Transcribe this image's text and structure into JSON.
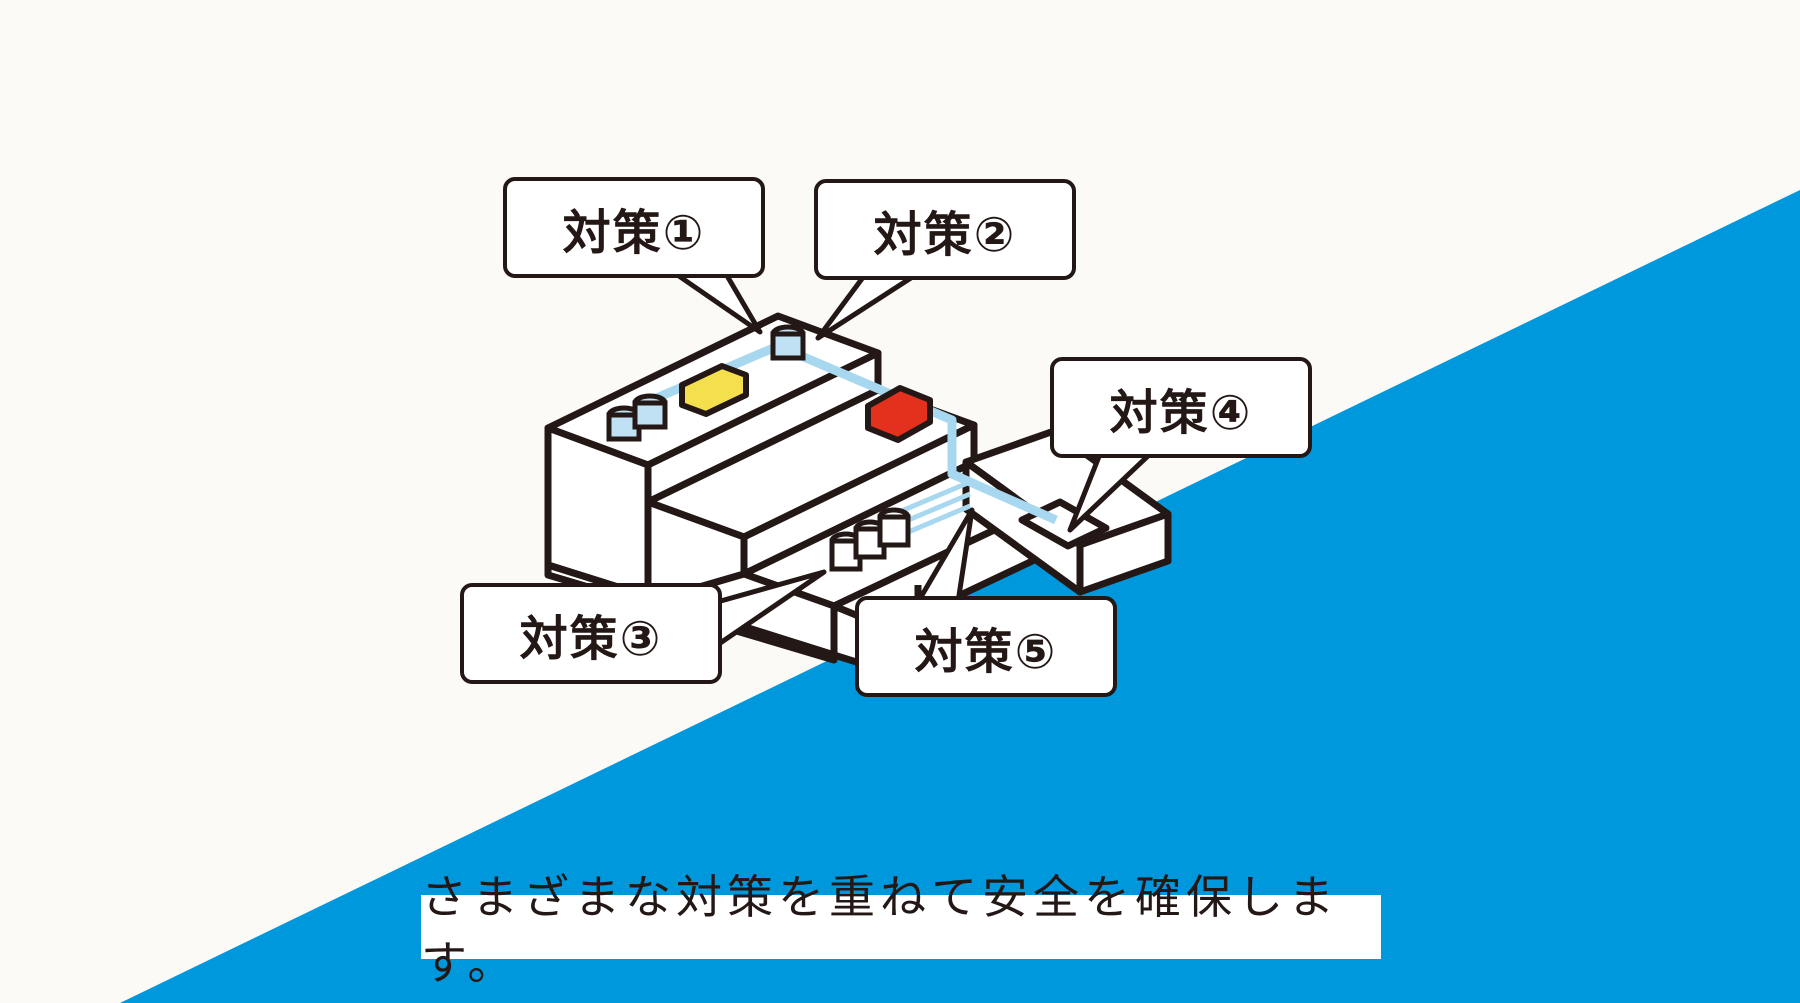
{
  "colors": {
    "background": "#fbfaf6",
    "sea": "#0098dc",
    "outline": "#231815",
    "water_line": "#a8d8f0",
    "yellow_building": "#f4e04d",
    "red_building": "#e4311e",
    "tank_fill": "#bfe1f3"
  },
  "callouts": [
    {
      "label": "対策①"
    },
    {
      "label": "対策②"
    },
    {
      "label": "対策③"
    },
    {
      "label": "対策④"
    },
    {
      "label": "対策⑤"
    }
  ],
  "subtitle": "さまざまな対策を重ねて安全を確保します。"
}
